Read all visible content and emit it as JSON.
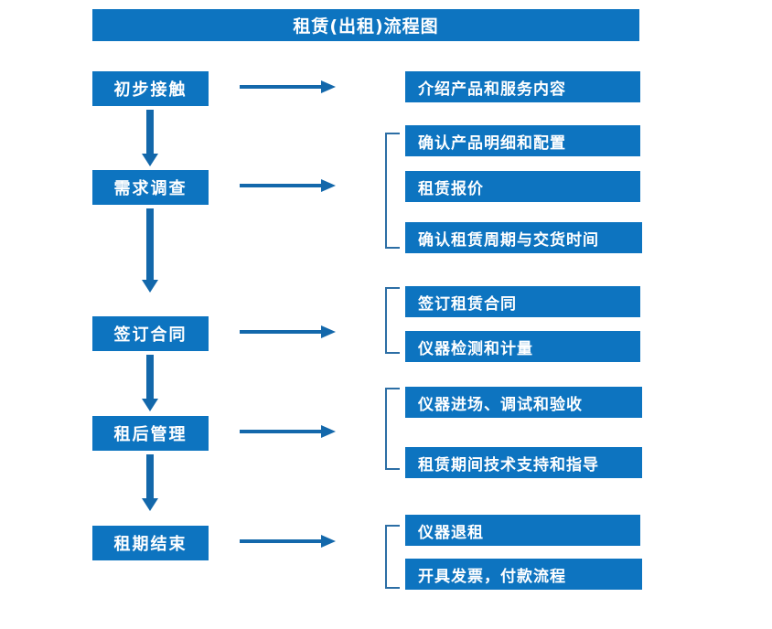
{
  "diagram": {
    "title": "租赁(出租)流程图",
    "accent_color": "#0d74c0",
    "connector_color": "#1368ab",
    "bracket_color": "#2c6ea5",
    "background": "#ffffff",
    "type": "flowchart",
    "stages": [
      {
        "id": "stage-1",
        "label": "初步接触",
        "details": [
          "介绍产品和服务内容"
        ],
        "has_bracket": false,
        "arrow_to_next": true
      },
      {
        "id": "stage-2",
        "label": "需求调查",
        "details": [
          "确认产品明细和配置",
          "租赁报价",
          "确认租赁周期与交货时间"
        ],
        "has_bracket": true,
        "arrow_to_next": true
      },
      {
        "id": "stage-3",
        "label": "签订合同",
        "details": [
          "签订租赁合同",
          "仪器检测和计量"
        ],
        "has_bracket": true,
        "arrow_to_next": true
      },
      {
        "id": "stage-4",
        "label": "租后管理",
        "details": [
          "仪器进场、调试和验收",
          "租赁期间技术支持和指导"
        ],
        "has_bracket": true,
        "arrow_to_next": true
      },
      {
        "id": "stage-5",
        "label": "租期结束",
        "details": [
          "仪器退租",
          "开具发票，付款流程"
        ],
        "has_bracket": true,
        "arrow_to_next": false
      }
    ],
    "details_flat": [
      "介绍产品和服务内容",
      "确认产品明细和配置",
      "租赁报价",
      "确认租赁周期与交货时间",
      "签订租赁合同",
      "仪器检测和计量",
      "仪器进场、调试和验收",
      "租赁期间技术支持和指导",
      "仪器退租",
      "开具发票，付款流程"
    ]
  }
}
